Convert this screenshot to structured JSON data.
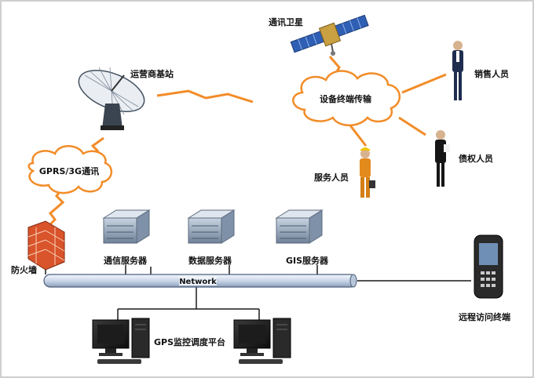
{
  "labels": {
    "satellite": "通讯卫星",
    "base_station": "运营商基站",
    "device_cloud": "设备终端传输",
    "gprs_cloud": "GPRS/3G通讯",
    "sales": "销售人员",
    "creditor": "债权人员",
    "service": "服务人员",
    "firewall": "防火墙",
    "comm_server": "通信服务器",
    "data_server": "数据服务器",
    "gis_server": "GIS服务器",
    "network": "Network",
    "remote_terminal": "远程访问终端",
    "gps_platform": "GPS监控调度平台"
  },
  "colors": {
    "link": "#f28c28",
    "cloud_fill": "#ffffff",
    "network_bar": "#dfe8f5",
    "server": "#8aa2bc",
    "firewall": "#d9532b"
  }
}
